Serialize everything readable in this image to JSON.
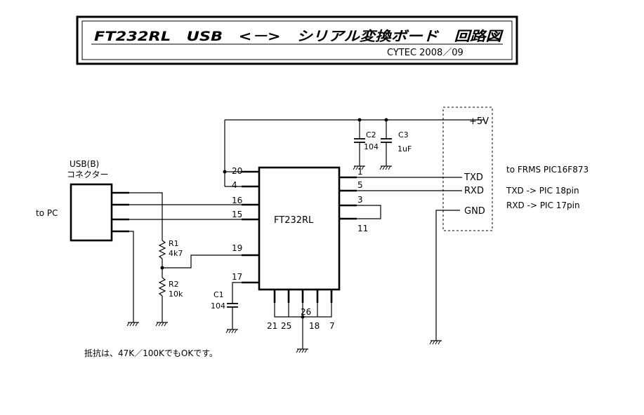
{
  "title": {
    "main": "FT232RL　USB　<－>　シリアル変換ボード　回路図",
    "sub": "CYTEC 2008／09"
  },
  "connector": {
    "name_line1": "USB(B)",
    "name_line2": "コネクター",
    "to_label": "to PC"
  },
  "ic": {
    "name": "FT232RL",
    "left_pins": [
      "20",
      "4",
      "16",
      "15",
      "19",
      "17"
    ],
    "right_pins": [
      "1",
      "5",
      "3",
      "11"
    ],
    "bottom_pins": [
      "21",
      "25",
      "26",
      "18",
      "7"
    ]
  },
  "components": {
    "r1": {
      "name": "R1",
      "value": "4k7"
    },
    "r2": {
      "name": "R2",
      "value": "10k"
    },
    "c1": {
      "name": "C1",
      "value": "104"
    },
    "c2": {
      "name": "C2",
      "value": "104"
    },
    "c3": {
      "name": "C3",
      "value": "1uF"
    }
  },
  "header": {
    "vcc": "+5V",
    "txd": "TXD",
    "rxd": "RXD",
    "gnd": "GND"
  },
  "target": {
    "label": "to FRMS PIC16F873",
    "txd_map": "TXD -> PIC 18pin",
    "rxd_map": "RXD -> PIC 17pin"
  },
  "note": "抵抗は、47K／100KでもOKです。"
}
